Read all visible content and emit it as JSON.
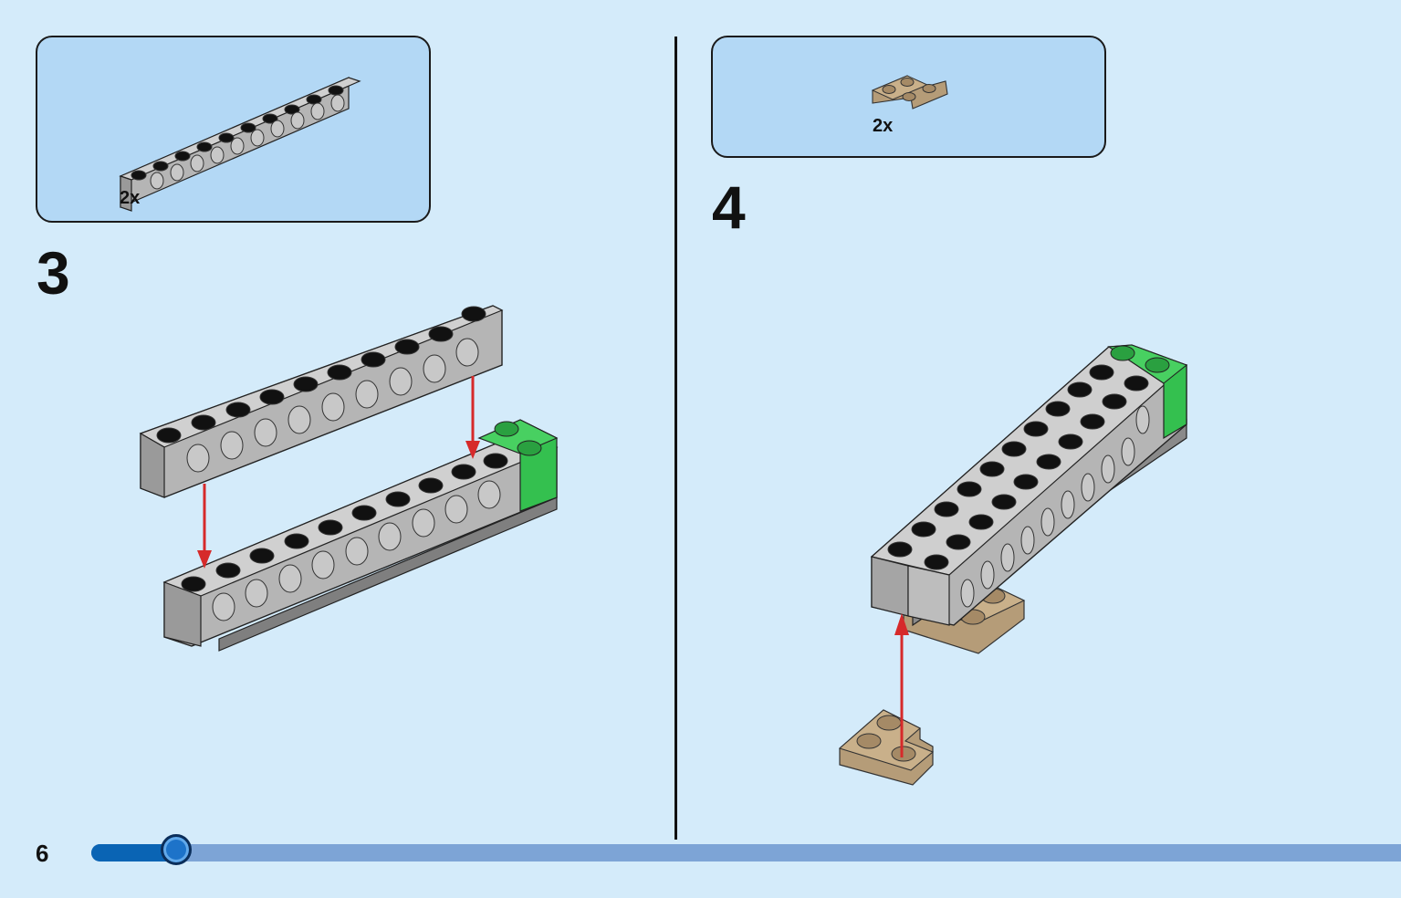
{
  "page": {
    "number": "6",
    "progress": 0.065
  },
  "colors": {
    "background": "#d4ebfa",
    "parts_box": "#b3d8f5",
    "grey_brick": "#b5b5b5",
    "green_brick": "#34c04f",
    "tan_plate": "#b59c78",
    "arrow": "#d62a2a",
    "progress_fill": "#0a64b4",
    "progress_track": "#7da4d6"
  },
  "steps": [
    {
      "number": "3",
      "parts": [
        {
          "name": "technic-beam-1x10-grey",
          "quantity": "2x"
        }
      ]
    },
    {
      "number": "4",
      "parts": [
        {
          "name": "corner-plate-2x2-tan",
          "quantity": "2x"
        }
      ]
    }
  ]
}
